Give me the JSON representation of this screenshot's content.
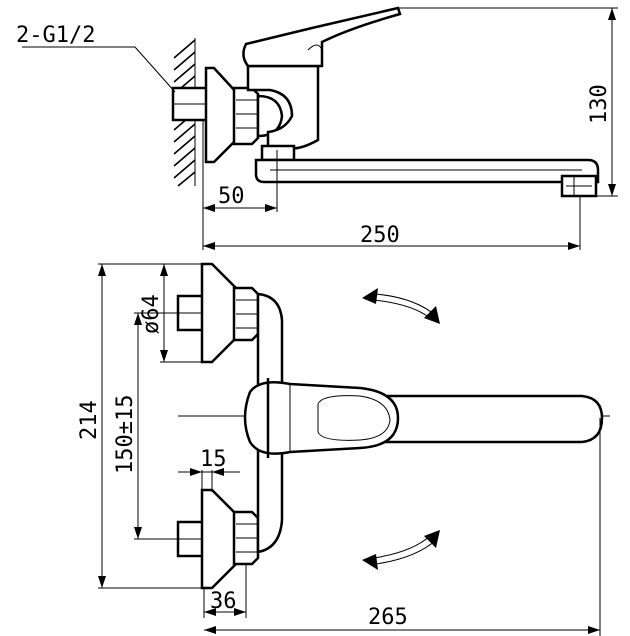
{
  "labels": {
    "thread": "2-G1/2",
    "height": "130",
    "offset": "50",
    "spout_length": "250",
    "flange_diameter": "ø64",
    "total_height": "214",
    "center_distance": "150±15",
    "nut_width": "15",
    "body_width": "36",
    "total_length": "265"
  },
  "icons": {
    "swivel_arrow_top": "double-headed-curved-arrow",
    "swivel_arrow_bottom": "double-headed-curved-arrow"
  }
}
